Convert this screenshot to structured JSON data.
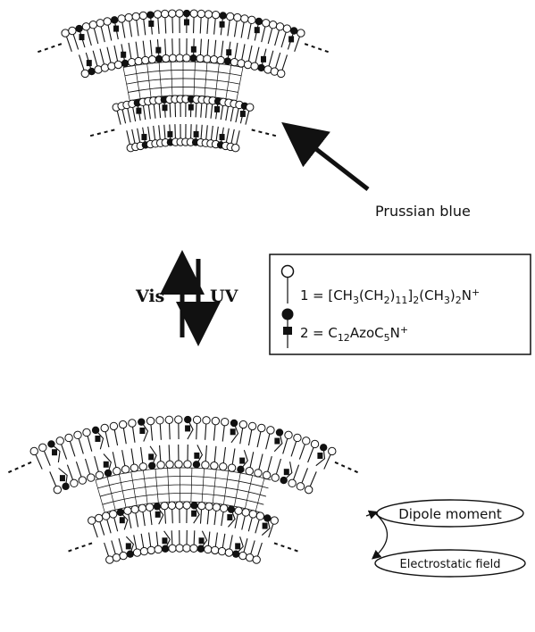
{
  "labels": {
    "prussian_blue": "Prussian blue",
    "vis": "Vis",
    "uv": "UV",
    "dipole_moment": "Dipole moment",
    "electrostatic_field": "Electrostatic field"
  },
  "legend": {
    "item1_index": "1",
    "item1_formula": "[CH3(CH2)11]2(CH3)2N+",
    "item2_index": "2",
    "item2_formula": "C12AzoC5N+"
  },
  "colors": {
    "ink": "#111111",
    "background": "#ffffff"
  }
}
